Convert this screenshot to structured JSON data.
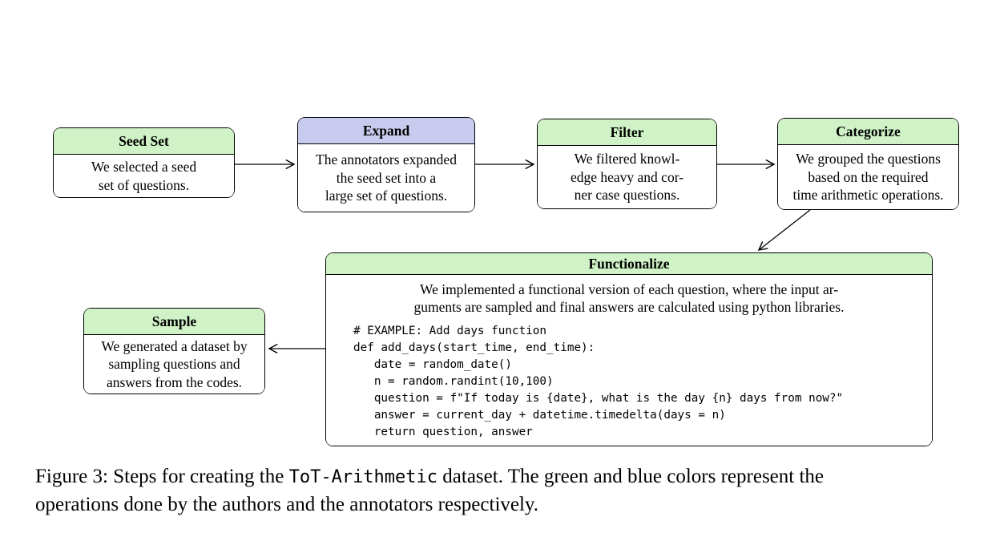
{
  "diagram": {
    "colors": {
      "author_green": "#cff2c6",
      "annotator_blue": "#c9cbee",
      "border": "#000000"
    },
    "boxes": [
      {
        "id": "seed-set",
        "title": "Seed Set",
        "role": "author",
        "body": "We selected a seed\nset of questions."
      },
      {
        "id": "expand",
        "title": "Expand",
        "role": "annotator",
        "body": "The annotators expanded\nthe seed set into a\nlarge set of questions."
      },
      {
        "id": "filter",
        "title": "Filter",
        "role": "author",
        "body": "We filtered knowl-\nedge heavy and cor-\nner case questions."
      },
      {
        "id": "categorize",
        "title": "Categorize",
        "role": "author",
        "body": "We grouped the questions\nbased on the required\ntime arithmetic operations."
      },
      {
        "id": "functionalize",
        "title": "Functionalize",
        "role": "author",
        "intro": "We implemented a functional version of each question, where the input ar-\nguments are sampled and final answers are calculated using python libraries.",
        "code": "# EXAMPLE: Add days function\ndef add_days(start_time, end_time):\n   date = random_date()\n   n = random.randint(10,100)\n   question = f\"If today is {date}, what is the day {n} days from now?\"\n   answer = current_day + datetime.timedelta(days = n)\n   return question, answer"
      },
      {
        "id": "sample",
        "title": "Sample",
        "role": "author",
        "body": "We generated a dataset by\nsampling questions and\nanswers from the codes."
      }
    ]
  },
  "caption": {
    "line1_prefix": "Figure 3: Steps for creating the ",
    "line1_code": "ToT-Arithmetic",
    "line1_suffix": " dataset. The green and blue colors represent the",
    "line2": "operations done by the authors and the annotators respectively."
  }
}
